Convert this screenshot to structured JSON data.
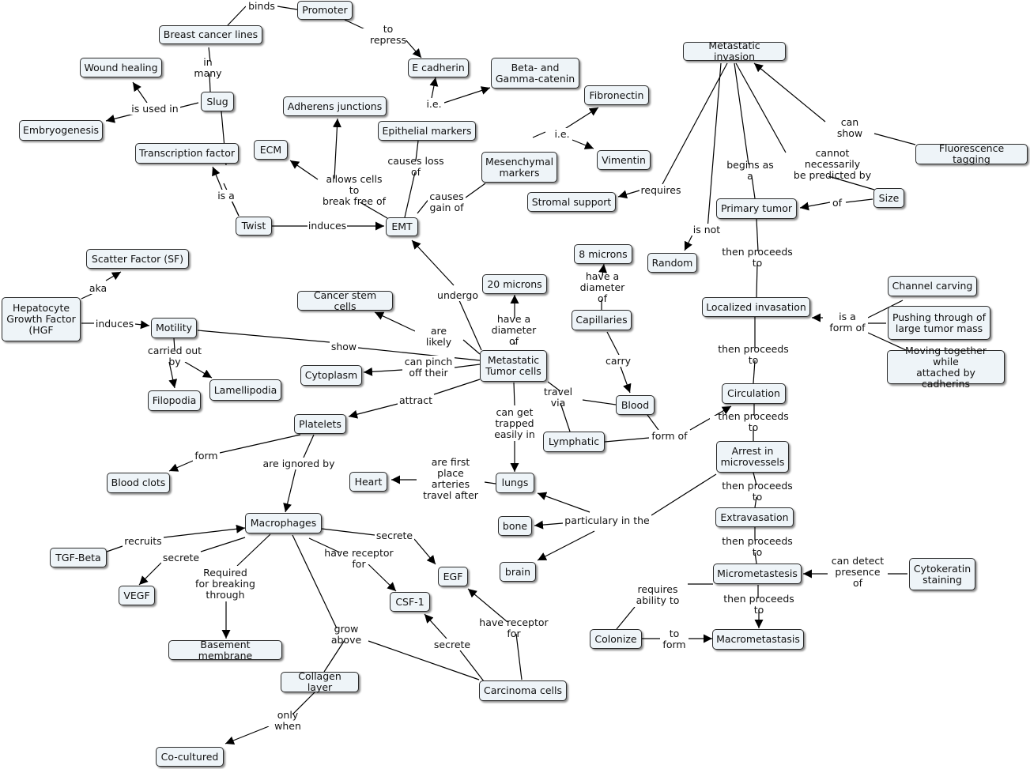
{
  "nodes": {
    "promoter": "Promoter",
    "breast_cancer_lines": "Breast cancer lines",
    "e_cadherin": "E cadherin",
    "beta_gamma_catenin": "Beta- and\nGamma-catenin",
    "metastatic_invasion": "Metastatic invasion",
    "wound_healing": "Wound healing",
    "slug": "Slug",
    "embryogenesis": "Embryogenesis",
    "adherens_junctions": "Adherens junctions",
    "fibronectin": "Fibronectin",
    "epithelial_markers": "Epithelial markers",
    "ecm": "ECM",
    "transcription_factor": "Transcription factor",
    "mesenchymal_markers": "Mesenchymal\nmarkers",
    "vimentin": "Vimentin",
    "fluorescence_tagging": "Fluorescence tagging",
    "stromal_support": "Stromal support",
    "size": "Size",
    "primary_tumor": "Primary tumor",
    "twist": "Twist",
    "emt": "EMT",
    "eight_microns": "8 microns",
    "random": "Random",
    "scatter_factor": "Scatter Factor (SF)",
    "twenty_microns": "20 microns",
    "cancer_stem_cells": "Cancer stem cells",
    "channel_carving": "Channel carving",
    "localized_invasation": "Localized invasation",
    "hgf": "Hepatocyte\nGrowth Factor\n(HGF",
    "motility": "Motility",
    "capillaries": "Capillaries",
    "pushing_through": "Pushing through of\nlarge tumor mass",
    "metastatic_tumor_cells": "Metastatic\nTumor cells",
    "moving_together": "Moving together while\nattached by cadherins",
    "cytoplasm": "Cytoplasm",
    "lamellipodia": "Lamellipodia",
    "circulation": "Circulation",
    "filopodia": "Filopodia",
    "blood": "Blood",
    "platelets": "Platelets",
    "lymphatic": "Lymphatic",
    "arrest_microvessels": "Arrest in\nmicrovessels",
    "heart": "Heart",
    "lungs": "lungs",
    "blood_clots": "Blood clots",
    "extravasation": "Extravasation",
    "macrophages": "Macrophages",
    "bone": "bone",
    "tgf_beta": "TGF-Beta",
    "micrometastesis": "Micrometastesis",
    "cytokeratin_staining": "Cytokeratin\nstaining",
    "brain": "brain",
    "egf": "EGF",
    "vegf": "VEGF",
    "csf1": "CSF-1",
    "colonize": "Colonize",
    "macrometastasis": "Macrometastasis",
    "basement_membrane": "Basement membrane",
    "collagen_layer": "Collagen layer",
    "carcinoma_cells": "Carcinoma cells",
    "co_cultured": "Co-cultured"
  },
  "labels": {
    "binds": "binds",
    "to_repress": "to repress",
    "in_many": "in many",
    "ie_1": "i.e.",
    "is_used_in": "is used in",
    "ie_2": "i.e.",
    "can_show": "can show",
    "causes_loss_of": "causes loss of",
    "cannot_predict": "cannot necessarily\nbe predicted by",
    "begins_as_a": "begins as a",
    "requires": "requires",
    "allows_break_free": "allows cells to\nbreak free of",
    "causes_gain_of": "causes\ngain of",
    "is_a": "is a",
    "of": "of",
    "induces_1": "induces",
    "is_not": "is not",
    "then_proceeds_1": "then proceeds to",
    "aka": "aka",
    "have_a_diameter_of_1": "have a\ndiameter of",
    "undergo": "undergo",
    "induces_2": "induces",
    "have_a_diameter_of_2": "have a\ndiameter of",
    "are_likely": "are likely",
    "is_a_form_of": "is a\nform of",
    "show": "show",
    "carried_out_by": "carried out by",
    "can_pinch": "can pinch\noff their",
    "then_proceeds_2": "then proceeds to",
    "carry": "carry",
    "travel_via": "travel via",
    "attract": "attract",
    "then_proceeds_3": "then proceeds to",
    "can_get_trapped": "can get\ntrapped\neasily in",
    "form_of": "form of",
    "form": "form",
    "are_ignored_by": "are ignored by",
    "are_first_place": "are first\nplace arteries\ntravel after",
    "then_proceeds_4": "then proceeds to",
    "particulary_in_the": "particulary in the",
    "recruits": "recruits",
    "secrete_1": "secrete",
    "then_proceeds_5": "then proceeds to",
    "secrete_2": "secrete",
    "have_receptor_for_1": "have receptor for",
    "can_detect": "can detect\npresence of",
    "required_breaking": "Required\nfor breaking\nthrough",
    "requires_ability_to": "requires\nability to",
    "then_proceeds_6": "then proceeds to",
    "have_receptor_for_2": "have receptor for",
    "grow_above": "grow above",
    "to_form": "to\nform",
    "secrete_3": "secrete",
    "only_when": "only when"
  }
}
